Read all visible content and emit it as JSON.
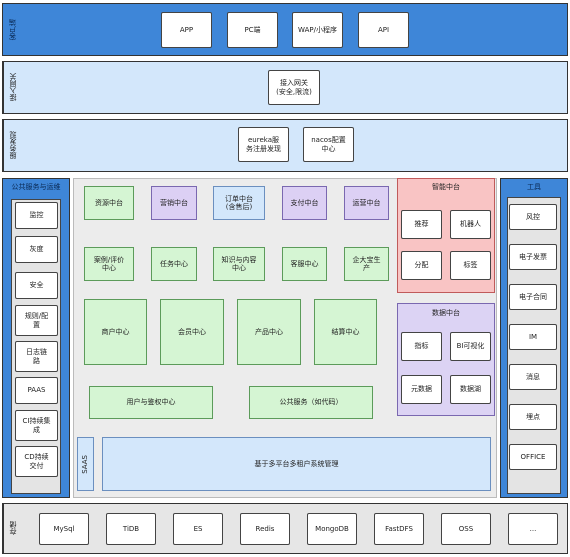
{
  "layers": {
    "client": {
      "label": "客户端",
      "items": [
        "APP",
        "PC端",
        "WAP/小程序",
        "API"
      ]
    },
    "gateway": {
      "label": "接入网关",
      "item": "接入网关\n(安全,限流)"
    },
    "discovery": {
      "label": "服务发现",
      "items": [
        "eureka服\n务注册发现",
        "nacos配置\n中心"
      ]
    },
    "storage": {
      "label": "存储",
      "items": [
        "MySql",
        "TiDB",
        "ES",
        "Redis",
        "MongoDB",
        "FastDFS",
        "OSS",
        "..."
      ]
    }
  },
  "ops": {
    "title": "公共服务与运维",
    "items": [
      "监控",
      "灰度",
      "安全",
      "规则/配\n置",
      "日志链\n路",
      "PAAS",
      "CI持续集\n成",
      "CD持续\n交付"
    ]
  },
  "tools": {
    "title": "工具",
    "items": [
      "风控",
      "电子发票",
      "电子合同",
      "IM",
      "消息",
      "埋点",
      "OFFICE"
    ]
  },
  "middle": {
    "row1": [
      "资源中台",
      "营销中台",
      "订单中台\n(含售后)",
      "支付中台",
      "运营中台"
    ],
    "row2": [
      "案例/评价\n中心",
      "任务中心",
      "知识与内容\n中心",
      "客服中心",
      "企大宝生\n产"
    ],
    "row3": [
      "商户中心",
      "会员中心",
      "产品中心",
      "结算中心"
    ],
    "row4": [
      "用户与鉴权中心",
      "公共服务（如代码）"
    ],
    "saas_label": "SAAS",
    "saas_text": "基于多平台多租户系统管理"
  },
  "smart": {
    "title": "智能中台",
    "items": [
      "推荐",
      "机器人",
      "分配",
      "标签"
    ]
  },
  "data_center": {
    "title": "数据中台",
    "items": [
      "指标",
      "BI可视化",
      "元数据",
      "数据湖"
    ]
  },
  "colors": {
    "blue_header": "#3e86d8",
    "light_blue_layer": "#d3e7fb",
    "gray_panel": "#ececec",
    "green": "#d5f5d3",
    "purple": "#dcd0f4",
    "pink": "#f9c4c4"
  }
}
